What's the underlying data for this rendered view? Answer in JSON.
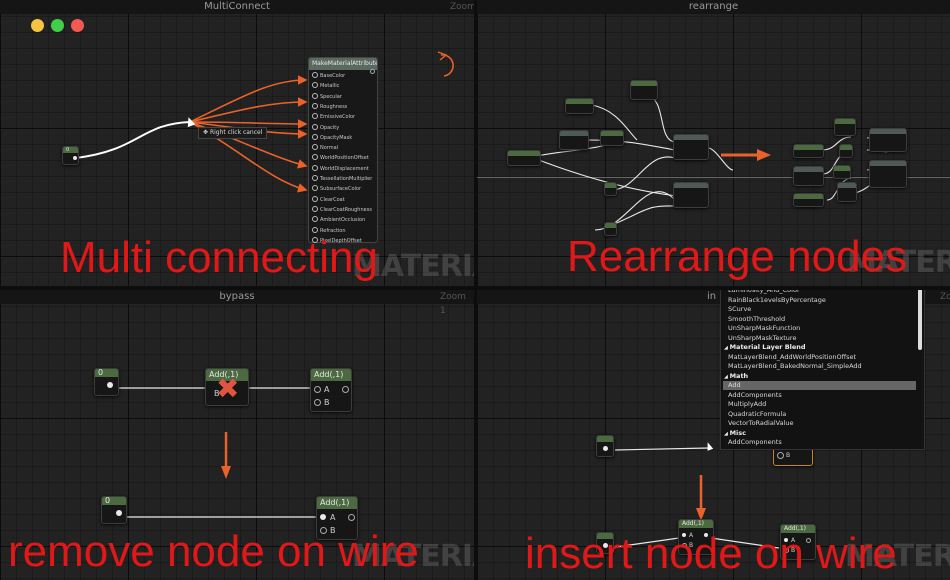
{
  "window": {
    "controls": [
      "minimize",
      "maximize",
      "close"
    ],
    "control_colors": [
      "#f5c542",
      "#3fcf4a",
      "#f25a52"
    ]
  },
  "panels": {
    "multi": {
      "title": "MultiConnect",
      "zoom": "Zoom",
      "watermark": "MATERIAL",
      "caption": "Multi connecting",
      "const_value": "0",
      "tooltip": "Right click cancel",
      "material_node": {
        "title": "MakeMaterialAttributes",
        "inputs": [
          "BaseColor",
          "Metallic",
          "Specular",
          "Roughness",
          "EmissiveColor",
          "Opacity",
          "OpacityMask",
          "Normal",
          "WorldPositionOffset",
          "WorldDisplacement",
          "TessellationMultiplier",
          "SubsurfaceColor",
          "ClearCoat",
          "ClearCoatRoughness",
          "AmbientOcclusion",
          "Refraction",
          "PixelDepthOffset"
        ]
      }
    },
    "rearrange": {
      "title": "rearrange",
      "watermark": "MATERIAL",
      "caption": "Rearrange nodes"
    },
    "bypass": {
      "title": "bypass",
      "zoom": "Zoom 1",
      "watermark": "MATERIAL",
      "caption": "remove node on wire",
      "const_value": "0",
      "add_node": {
        "title": "Add(,1)",
        "pin_a": "A",
        "pin_b": "B"
      }
    },
    "insert": {
      "title": "in",
      "zoom": "Zoom",
      "watermark": "MATERIAL",
      "caption": "insert node on wire",
      "add_node": {
        "title": "Add(,1)",
        "pin_a": "A",
        "pin_b": "B"
      },
      "menu": {
        "items": [
          {
            "label": "Luminosity_And_Color",
            "type": "item"
          },
          {
            "label": "RainBlack1evelsByPercentage",
            "type": "item"
          },
          {
            "label": "SCurve",
            "type": "item"
          },
          {
            "label": "SmoothThreshold",
            "type": "item"
          },
          {
            "label": "UnSharpMaskFunction",
            "type": "item"
          },
          {
            "label": "UnSharpMaskTexture",
            "type": "item"
          },
          {
            "label": "Material Layer Blend",
            "type": "header"
          },
          {
            "label": "MatLayerBlend_AddWorldPositionOffset",
            "type": "item"
          },
          {
            "label": "MatLayerBlend_BakedNormal_SimpleAdd",
            "type": "item"
          },
          {
            "label": "Math",
            "type": "header"
          },
          {
            "label": "Add",
            "type": "selected"
          },
          {
            "label": "AddComponents",
            "type": "item"
          },
          {
            "label": "MultiplyAdd",
            "type": "item"
          },
          {
            "label": "QuadraticFormula",
            "type": "item"
          },
          {
            "label": "VectorToRadialValue",
            "type": "item"
          },
          {
            "label": "Misc",
            "type": "header"
          },
          {
            "label": "AddComponents",
            "type": "item"
          }
        ]
      }
    }
  },
  "colors": {
    "accent_wire": "#e8622a",
    "caption_red": "#e01818",
    "node_green": "#4c6a40"
  }
}
